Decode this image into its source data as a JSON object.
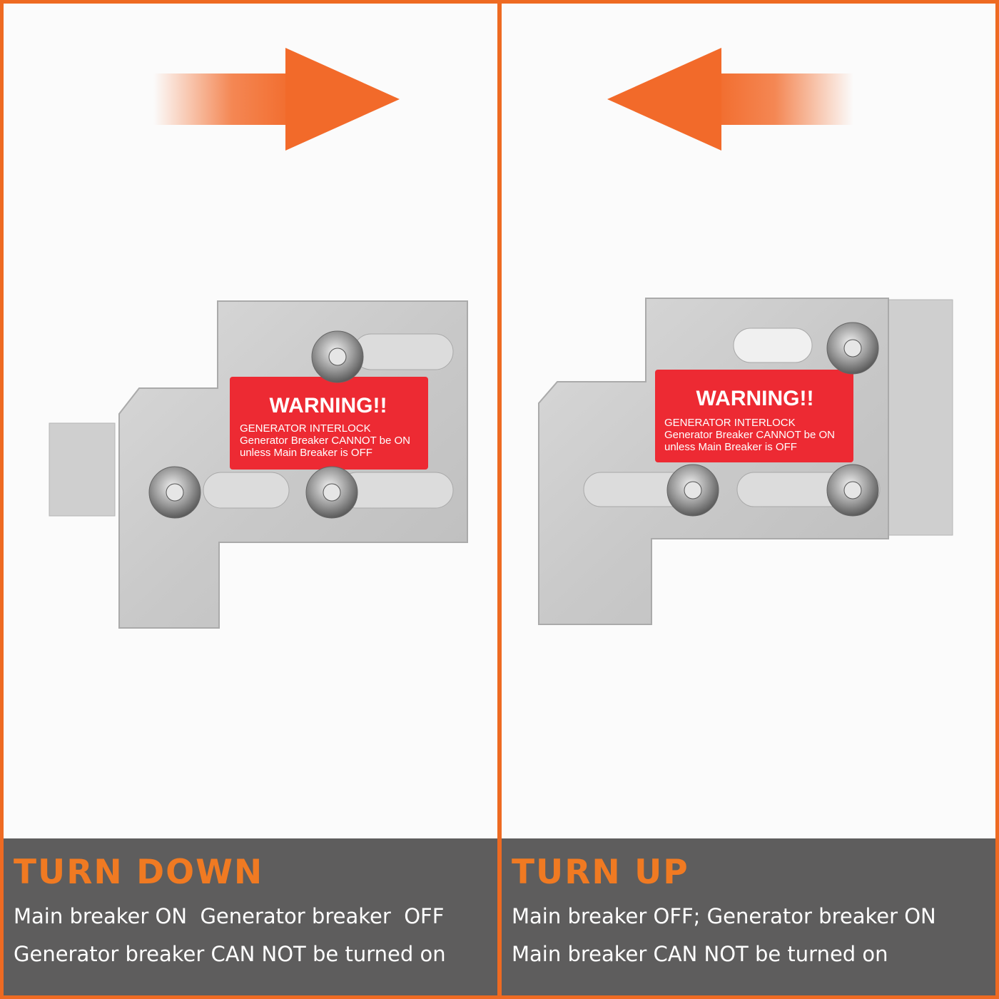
{
  "colors": {
    "accent": "#ee6a22",
    "caption_bg": "#5e5d5d",
    "label_red": "#ed2a33"
  },
  "panels": [
    {
      "arrow_direction": "right",
      "label": {
        "title": "WARNING!!",
        "line1": "GENERATOR INTERLOCK",
        "line2": "Generator Breaker CANNOT be ON",
        "line3": "unless Main Breaker is OFF"
      },
      "caption": {
        "title": "TURN DOWN",
        "line1": "Main breaker ON  Generator breaker  OFF",
        "line2": "Generator breaker CAN NOT be turned on"
      }
    },
    {
      "arrow_direction": "left",
      "label": {
        "title": "WARNING!!",
        "line1": "GENERATOR INTERLOCK",
        "line2": "Generator Breaker CANNOT be ON",
        "line3": "unless Main Breaker is OFF"
      },
      "caption": {
        "title": "TURN UP",
        "line1": "Main breaker OFF; Generator breaker ON",
        "line2": "Main breaker CAN NOT be turned on"
      }
    }
  ]
}
